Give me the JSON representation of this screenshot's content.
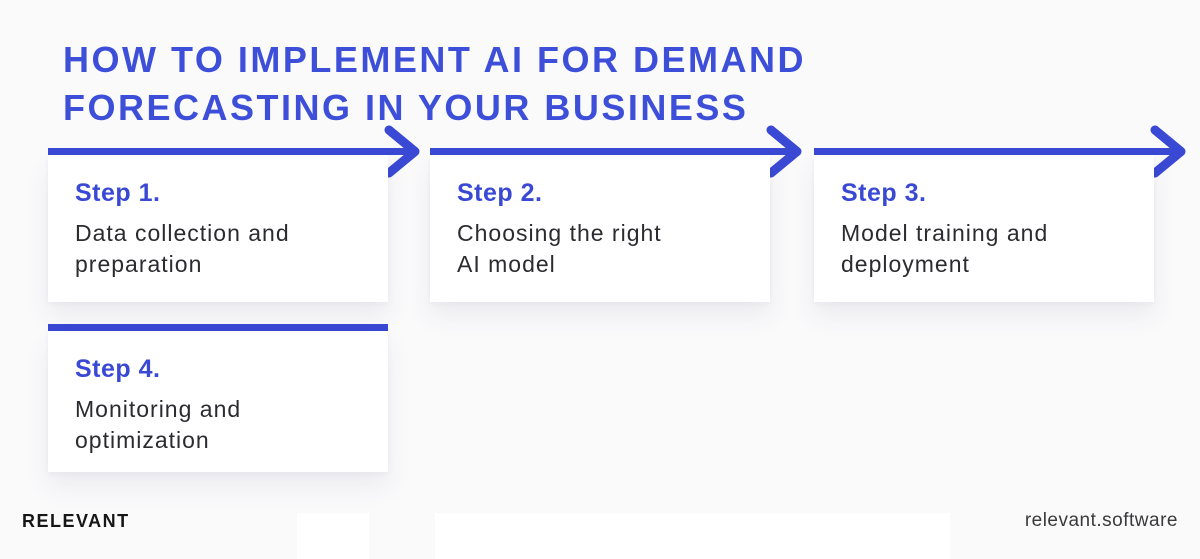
{
  "header": {
    "title": "HOW TO IMPLEMENT AI FOR DEMAND\nFORECASTING IN YOUR BUSINESS"
  },
  "steps": [
    {
      "label": "Step 1.",
      "description": "Data collection and\npreparation"
    },
    {
      "label": "Step 2.",
      "description": "Choosing the right\nAI model"
    },
    {
      "label": "Step 3.",
      "description": "Model training and\ndeployment"
    },
    {
      "label": "Step 4.",
      "description": "Monitoring and\noptimization"
    }
  ],
  "footer": {
    "logo": "RELEVANT",
    "website": "relevant.software"
  },
  "colors": {
    "brand_blue": "#3A49D4",
    "title_blue": "#3D4FD8",
    "text_dark": "#2B2B30",
    "background": "#FAFAFB",
    "card_bg": "#FFFFFF"
  }
}
